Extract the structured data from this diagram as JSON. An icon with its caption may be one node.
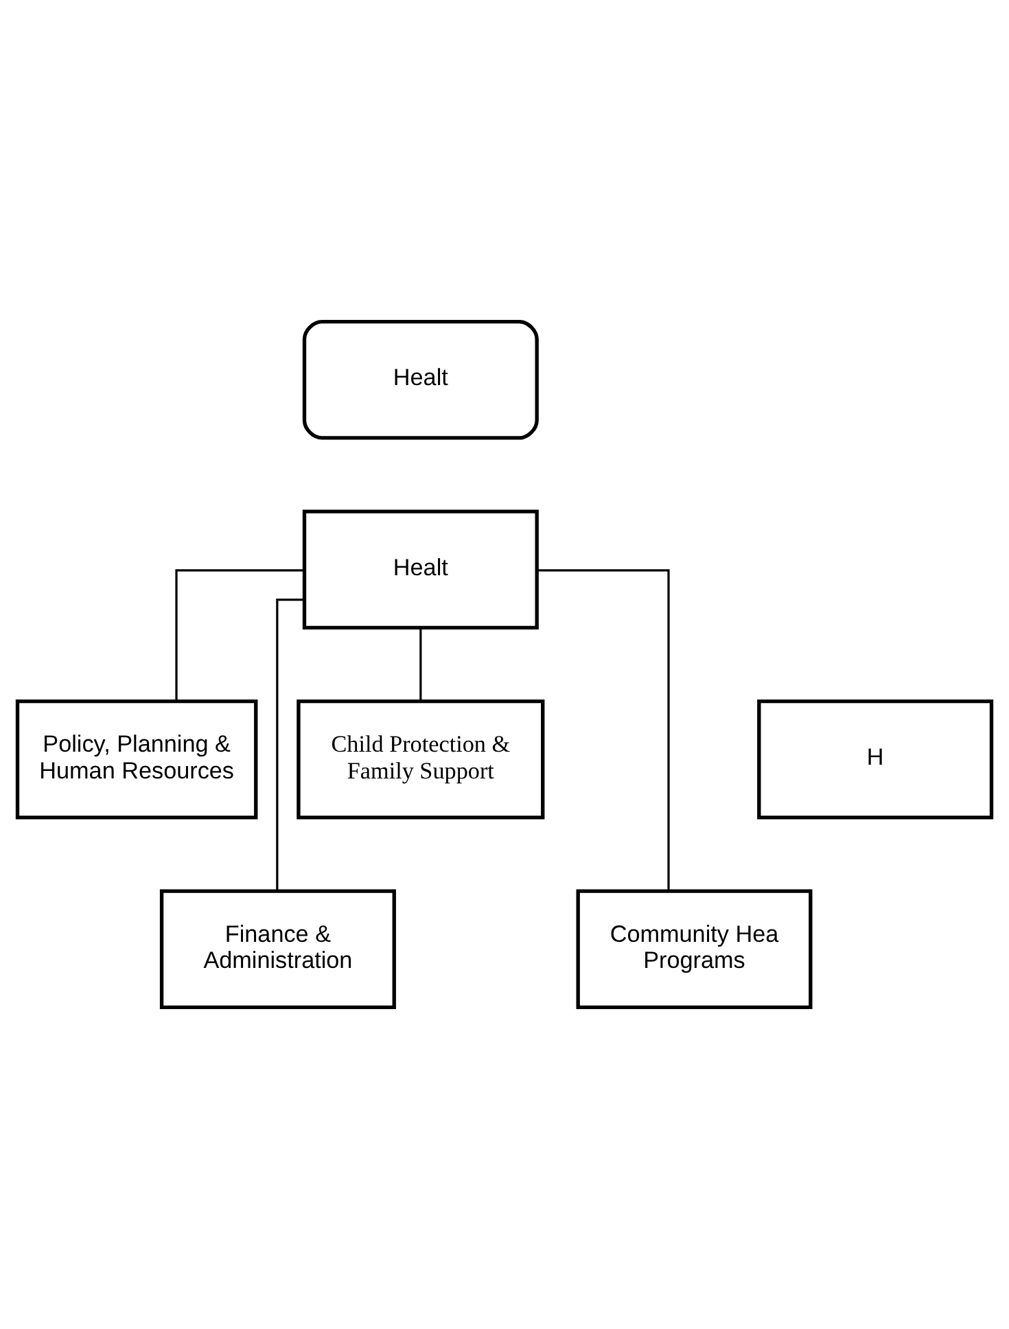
{
  "diagram": {
    "nodes": [
      {
        "text": [
          "Healt"
        ]
      },
      {
        "text": [
          "Healt"
        ]
      },
      {
        "text": [
          "Policy, Planning & Human Resources"
        ]
      },
      {
        "text": [
          "Child Protection & Family Support"
        ]
      },
      {
        "text": [
          "H"
        ]
      },
      {
        "text": [
          "Finance & Administration"
        ]
      },
      {
        "text": [
          "Community Hea Programs"
        ]
      }
    ],
    "edges": [
      {
        "from": 1,
        "to": 2,
        "arrow": "none"
      },
      {
        "from": 1,
        "to": 5,
        "arrow": "none"
      },
      {
        "from": 1,
        "to": 3,
        "arrow": "none"
      },
      {
        "from": 1,
        "to": 6,
        "arrow": "none"
      }
    ]
  }
}
